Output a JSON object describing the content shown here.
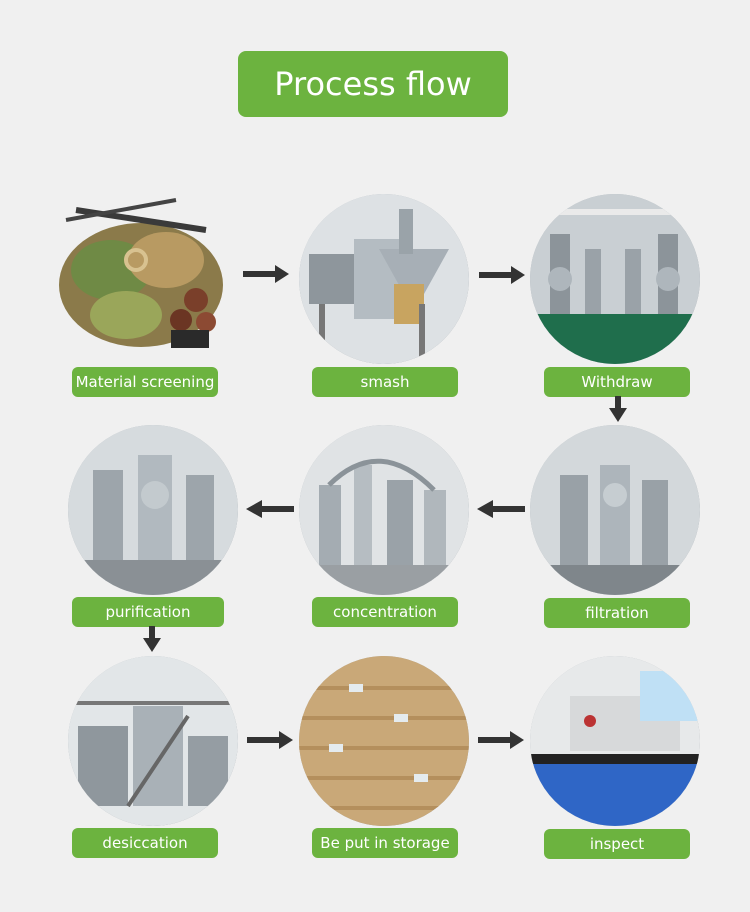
{
  "title": "Process flow",
  "colors": {
    "accent": "#6cb33f",
    "arrow": "#333333",
    "background": "#f0f0f0"
  },
  "steps": [
    {
      "label": "Material screening",
      "photo": "herbs-photo"
    },
    {
      "label": "smash",
      "photo": "grinder-photo"
    },
    {
      "label": "Withdraw",
      "photo": "extraction-tanks-photo"
    },
    {
      "label": "filtration",
      "photo": "filtration-equipment-photo"
    },
    {
      "label": "concentration",
      "photo": "concentrator-photo"
    },
    {
      "label": "purification",
      "photo": "purification-equipment-photo"
    },
    {
      "label": "desiccation",
      "photo": "drying-plant-photo"
    },
    {
      "label": "Be put in storage",
      "photo": "warehouse-drums-photo"
    },
    {
      "label": "inspect",
      "photo": "laboratory-photo"
    }
  ]
}
